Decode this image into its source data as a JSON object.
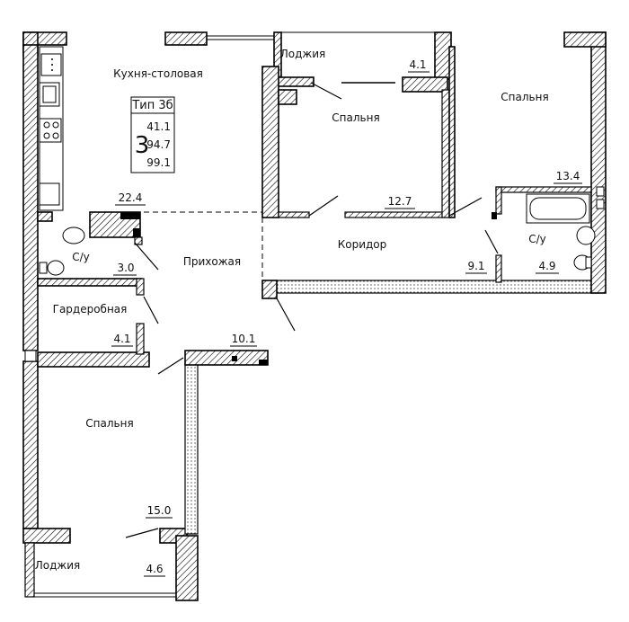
{
  "plan": {
    "type_box": {
      "title": "Тип 3б",
      "rooms_count": "3",
      "areas": [
        "41.1",
        "94.7",
        "99.1"
      ]
    },
    "rooms": [
      {
        "id": "kitchen",
        "label": "Кухня-столовая",
        "area": "22.4"
      },
      {
        "id": "loggia-top",
        "label": "Лоджия",
        "area": "4.1"
      },
      {
        "id": "bedroom-center",
        "label": "Спальня",
        "area": "12.7"
      },
      {
        "id": "bedroom-right",
        "label": "Спальня",
        "area": "13.4"
      },
      {
        "id": "bathroom-left",
        "label": "С/у",
        "area": "3.0"
      },
      {
        "id": "hallway",
        "label": "Прихожая",
        "area": "10.1"
      },
      {
        "id": "corridor",
        "label": "Коридор",
        "area": "9.1"
      },
      {
        "id": "bathroom-right",
        "label": "С/у",
        "area": "4.9"
      },
      {
        "id": "wardrobe",
        "label": "Гардеробная",
        "area": "4.1"
      },
      {
        "id": "bedroom-bottom",
        "label": "Спальня",
        "area": "15.0"
      },
      {
        "id": "loggia-bottom",
        "label": "Лоджия",
        "area": "4.6"
      }
    ]
  }
}
